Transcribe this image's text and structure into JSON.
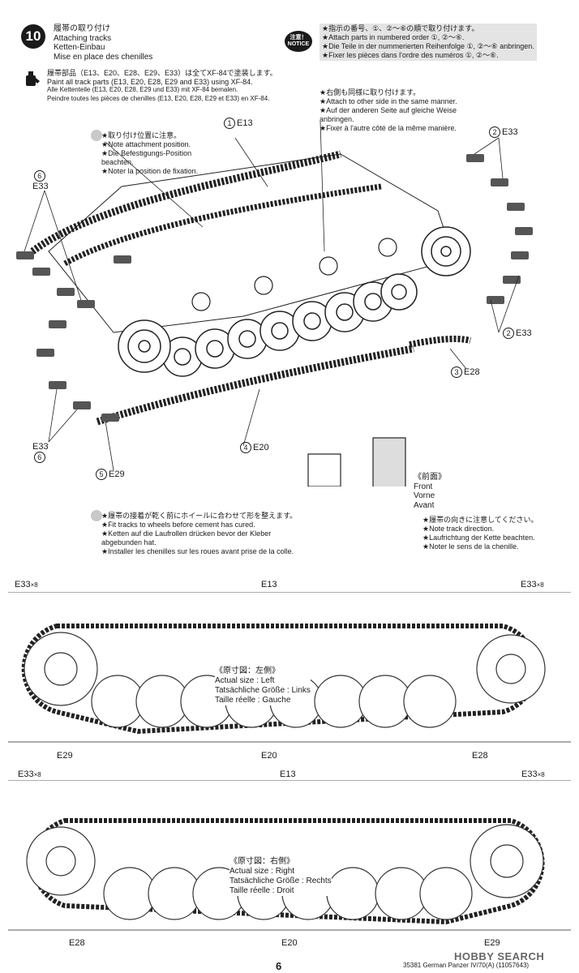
{
  "step": {
    "number": "10",
    "title_ja": "履帯の取り付け",
    "title_en": "Attaching tracks",
    "title_de": "Ketten-Einbau",
    "title_fr": "Mise en place des chenilles"
  },
  "notice": {
    "badge_ja": "注意！",
    "badge_en": "NOTICE",
    "lines": [
      "★指示の番号、①、②～⑥の順で取り付けます。",
      "★Attach parts in numbered order ①, ②～⑥.",
      "★Die Teile in der nummerierten Reihenfolge ①, ②～⑥ anbringen.",
      "★Fixer les pièces dans l'ordre des numéros ①, ②～⑥."
    ]
  },
  "paint": {
    "lines": [
      "履帯部品（E13、E20、E28、E29、E33）は全てXF-84で塗装します。",
      "Paint all track parts (E13, E20, E28, E29 and E33) using XF-84.",
      "Alle Kettenteile (E13, E20, E28, E29 und E33) mit XF-84 bemalen.",
      "Peindre toutes les pièces de chenilles (E13, E20, E28, E29 et E33) en XF-84."
    ]
  },
  "note_same_manner": [
    "★右側も同様に取り付けます。",
    "★Attach to other side in the same manner.",
    "★Auf der anderen Seite auf gleiche Weise",
    "anbringen.",
    "★Fixer à l'autre côté de la même manière."
  ],
  "note_attachment": [
    "★取り付け位置に注意。",
    "★Note attachment position.",
    "★Die Befestigungs-Position",
    "beachten.",
    "★Noter la position de fixation."
  ],
  "note_fit_tracks": [
    "★履帯の接着が乾く前にホイールに合わせて形を整えます。",
    "★Fit tracks to wheels before cement has cured.",
    "★Ketten auf die Laufrollen drücken bevor der Kleber",
    "abgebunden hat.",
    "★Installer les chenilles sur les roues avant prise de la colle."
  ],
  "note_direction": [
    "★履帯の向きに注意してください。",
    "★Note track direction.",
    "★Laufrichtung der Kette beachten.",
    "★Noter le sens de la chenille."
  ],
  "front_label": [
    "《前面》",
    "Front",
    "Vorne",
    "Avant"
  ],
  "callouts": {
    "c1": {
      "num": "1",
      "part": "E13"
    },
    "c2a": {
      "num": "2",
      "part": "E33"
    },
    "c2b": {
      "num": "2",
      "part": "E33"
    },
    "c3": {
      "num": "3",
      "part": "E28"
    },
    "c4": {
      "num": "4",
      "part": "E20"
    },
    "c5": {
      "num": "5",
      "part": "E29"
    },
    "c6a": {
      "num": "6",
      "part": "E33"
    },
    "c6b": {
      "num": "6",
      "part": "E33"
    }
  },
  "left_view": {
    "caption": [
      "《原寸図：左側》",
      "Actual size : Left",
      "Tatsächliche Größe : Links",
      "Taille réelle : Gauche"
    ],
    "labels": {
      "e33_left": "E33",
      "e33_right": "E33",
      "x8": "×8",
      "e13": "E13",
      "e29": "E29",
      "e20": "E20",
      "e28": "E28"
    }
  },
  "right_view": {
    "caption": [
      "《原寸図：右側》",
      "Actual size : Right",
      "Tatsächliche Größe : Rechts",
      "Taille réelle : Droit"
    ],
    "labels": {
      "e33_left": "E33",
      "e33_right": "E33",
      "x8": "×8",
      "e13": "E13",
      "e28": "E28",
      "e20": "E20",
      "e29": "E29"
    }
  },
  "footer": {
    "page": "6",
    "product": "35381  German Panzer IV/70(A) (11057643)",
    "watermark": "HOBBY SEARCH"
  }
}
